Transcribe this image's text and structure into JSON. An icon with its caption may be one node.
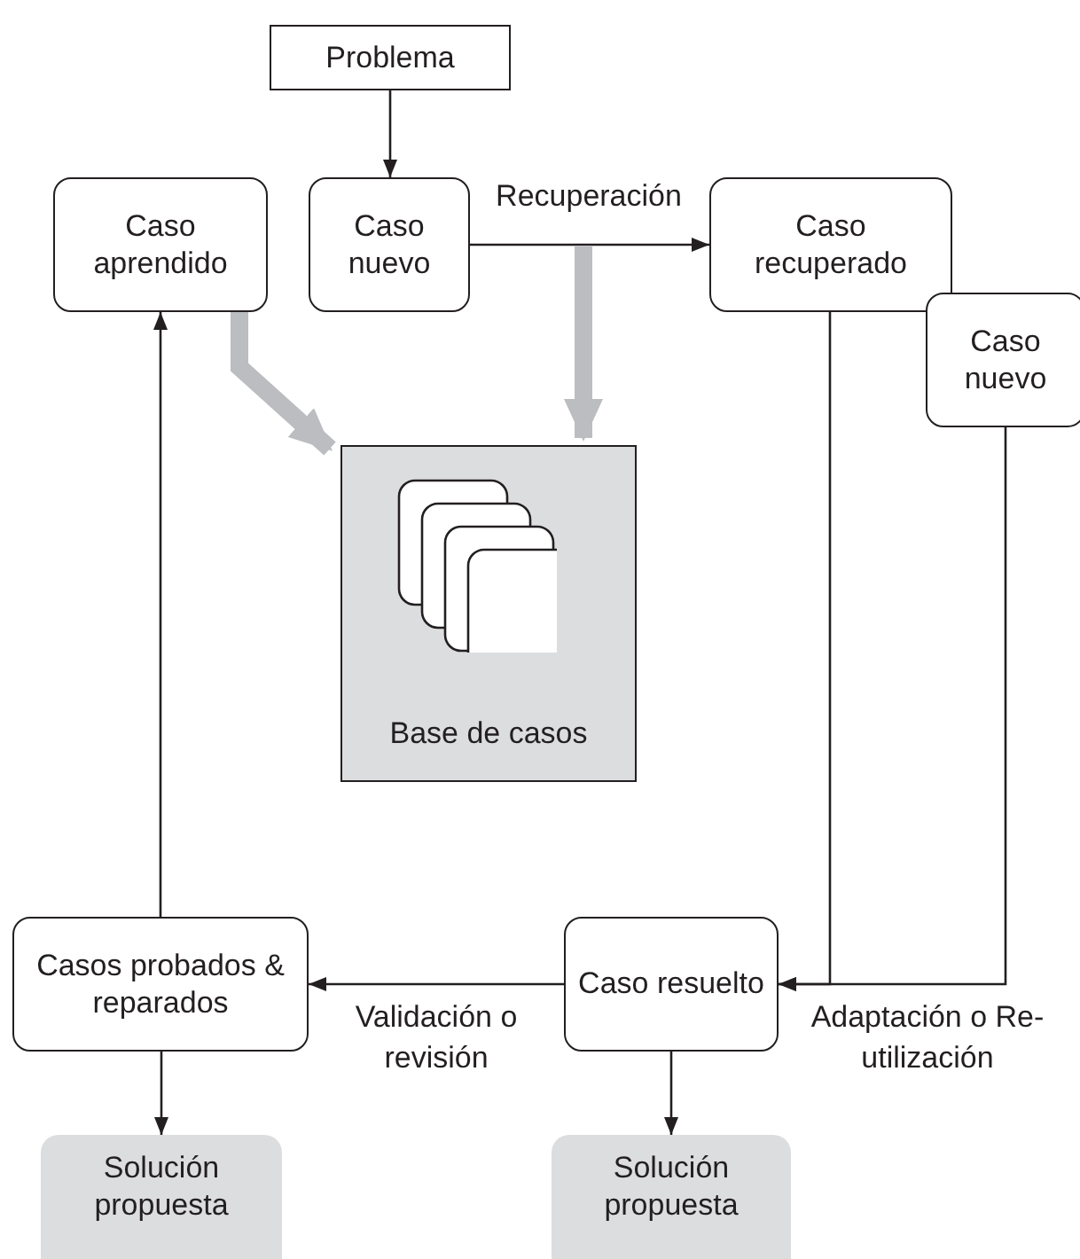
{
  "diagram": {
    "nodes": [
      {
        "text": [
          "Problema"
        ]
      },
      {
        "text": [
          "Caso aprendido"
        ]
      },
      {
        "text": [
          "Caso nuevo"
        ]
      },
      {
        "text": [
          "Caso recuperado"
        ]
      },
      {
        "text": [
          "Caso nuevo"
        ]
      },
      {
        "text": [
          "Base de casos"
        ]
      },
      {
        "text": [
          "Casos probados & reparados"
        ]
      },
      {
        "text": [
          "Caso resuelto"
        ]
      },
      {
        "text": [
          "Solución propuesta"
        ]
      },
      {
        "text": [
          "Solución propuesta"
        ]
      }
    ],
    "edges": [
      {
        "from": 0,
        "to": 2,
        "arrow": "to"
      },
      {
        "from": 2,
        "to": 3,
        "arrow": "to",
        "label": "Recuperación"
      },
      {
        "from": 1,
        "to": 5,
        "arrow": "to",
        "style": "thick",
        "color": "#bcbdc0"
      },
      {
        "from": null,
        "to": 5,
        "arrow": "to",
        "style": "thick",
        "color": "#bcbdc0"
      },
      {
        "from": 3,
        "to": 7,
        "arrow": "to"
      },
      {
        "from": 4,
        "to": 7,
        "arrow": "to",
        "label": "Adaptación o Re-utilización"
      },
      {
        "from": 7,
        "to": 6,
        "arrow": "to",
        "label": "Validación o revisión"
      },
      {
        "from": 6,
        "to": 1,
        "arrow": "to"
      },
      {
        "from": 6,
        "to": 8,
        "arrow": "to"
      },
      {
        "from": 7,
        "to": 9,
        "arrow": "to"
      }
    ]
  }
}
